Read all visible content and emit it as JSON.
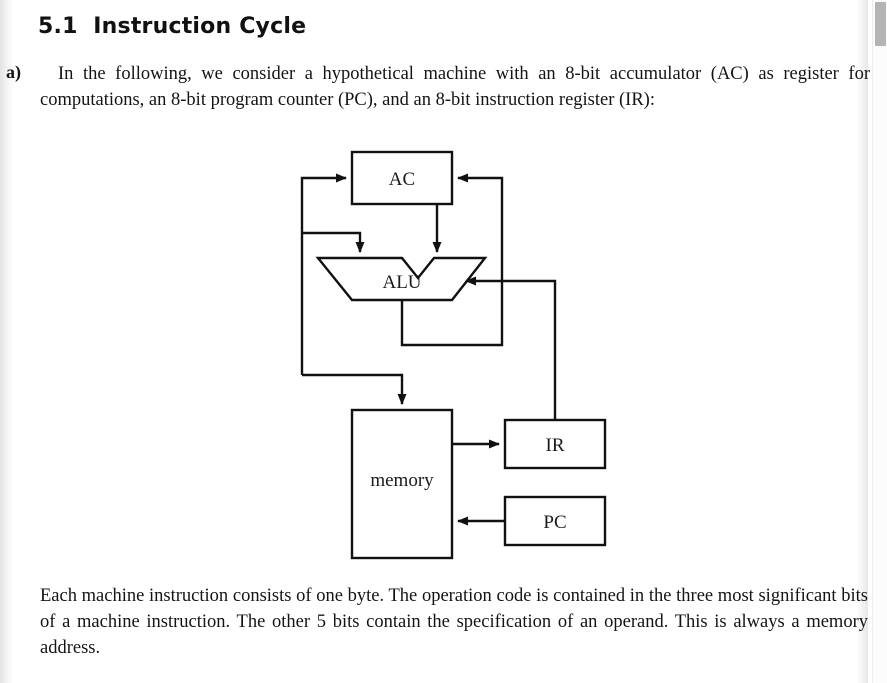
{
  "document": {
    "section_number": "5.1",
    "heading": "5.1  Instruction Cycle",
    "item_label": "a)",
    "paragraph_a": "In the following, we consider a hypothetical machine with an 8-bit accumulator (AC) as register for computations, an 8-bit program counter (PC), and an 8-bit instruction register (IR):",
    "paragraph_b": "Each machine instruction consists of one byte. The operation code is contained in the three most significant bits of a machine instruction. The other 5 bits contain the specification of an operand. This is always a memory address."
  },
  "diagram": {
    "name": "hypothetical-machine-datapath",
    "blocks": {
      "ac": "AC",
      "alu": "ALU",
      "memory": "memory",
      "ir": "IR",
      "pc": "PC"
    },
    "colors": {
      "stroke": "#111111",
      "fill": "#ffffff"
    }
  },
  "scrollbar": {
    "orientation": "vertical",
    "thumb_position": "top"
  }
}
